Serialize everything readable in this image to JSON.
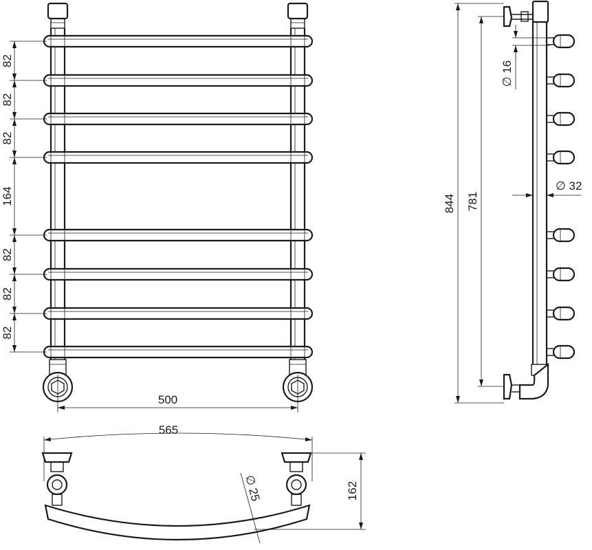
{
  "front_view": {
    "rung_spacings": [
      "82",
      "82",
      "82",
      "164",
      "82",
      "82",
      "82"
    ],
    "width_between_axes": "500"
  },
  "side_view": {
    "overall_height": "844",
    "axis_height": "781",
    "rung_diameter": "∅ 16",
    "post_diameter": "∅ 32"
  },
  "top_view": {
    "overall_width": "565",
    "depth": "162",
    "curved_tube_diameter": "∅ 25"
  },
  "icons": [
    "towel-rail-front-view",
    "towel-rail-side-view",
    "towel-rail-top-view"
  ]
}
